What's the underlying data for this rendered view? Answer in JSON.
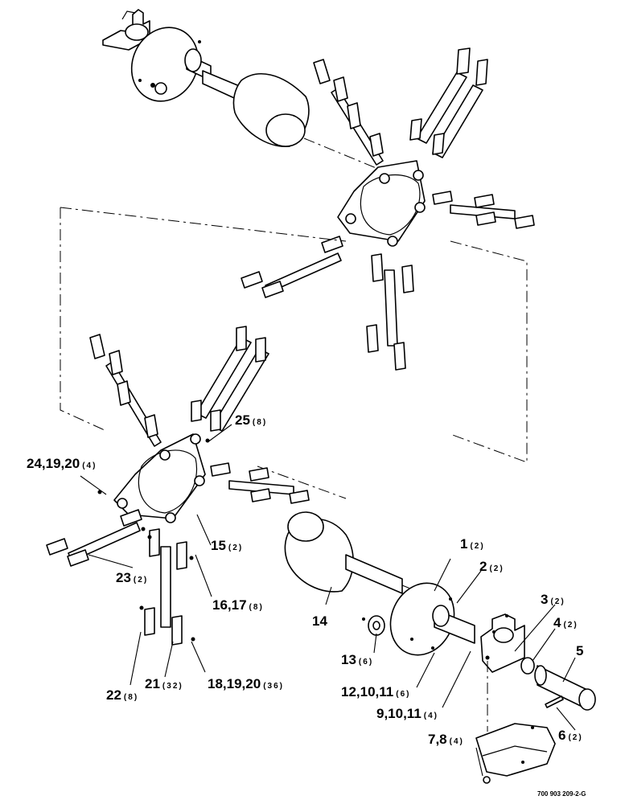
{
  "callouts": [
    {
      "id": "c1",
      "label": "1",
      "qty": "(2)"
    },
    {
      "id": "c2",
      "label": "2",
      "qty": "(2)"
    },
    {
      "id": "c3",
      "label": "3",
      "qty": "(2)"
    },
    {
      "id": "c4",
      "label": "4",
      "qty": "(2)"
    },
    {
      "id": "c5",
      "label": "5",
      "qty": ""
    },
    {
      "id": "c6",
      "label": "6",
      "qty": "(2)"
    },
    {
      "id": "c7",
      "label": "7,8",
      "qty": "(4)"
    },
    {
      "id": "c9",
      "label": "9,10,11",
      "qty": "(4)"
    },
    {
      "id": "c12",
      "label": "12,10,11",
      "qty": "(6)"
    },
    {
      "id": "c13",
      "label": "13",
      "qty": "(6)"
    },
    {
      "id": "c14",
      "label": "14",
      "qty": ""
    },
    {
      "id": "c15",
      "label": "15",
      "qty": "(2)"
    },
    {
      "id": "c16",
      "label": "16,17",
      "qty": "(8)"
    },
    {
      "id": "c18",
      "label": "18,19,20",
      "qty": "(36)"
    },
    {
      "id": "c21",
      "label": "21",
      "qty": "(32)"
    },
    {
      "id": "c22",
      "label": "22",
      "qty": "(8)"
    },
    {
      "id": "c23",
      "label": "23",
      "qty": "(2)"
    },
    {
      "id": "c24",
      "label": "24,19,20",
      "qty": "(4)"
    },
    {
      "id": "c25",
      "label": "25",
      "qty": "(8)"
    }
  ],
  "reference_code": "700 903 209-2-G"
}
